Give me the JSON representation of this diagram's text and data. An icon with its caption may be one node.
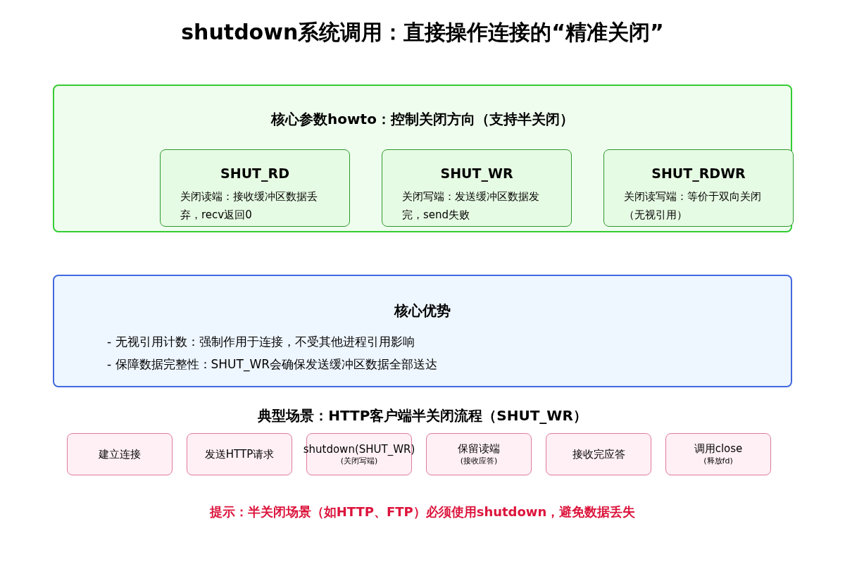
{
  "diagram": {
    "title": "shutdown系统调用：直接操作连接的“精准关闭”",
    "nodes": [
      {
        "text": [
          "核心参数howto：控制关闭方向（支持半关闭）"
        ]
      },
      {
        "text": [
          "SHUT_RD",
          "关闭读端：接收缓冲区数据丢弃，recv返回0"
        ],
        "in": 0
      },
      {
        "text": [
          "SHUT_WR",
          "关闭写端：发送缓冲区数据发完，send失败"
        ],
        "in": 0
      },
      {
        "text": [
          "SHUT_RDWR",
          "关闭读写端：等价于双向关闭（无视引用）"
        ],
        "in": 0
      },
      {
        "text": [
          "核心优势",
          "- 无视引用计数：强制作用于连接，不受其他进程引用影响",
          "- 保障数据完整性：SHUT_WR会确保发送缓冲区数据全部送达"
        ]
      },
      {
        "text": [
          "建立连接"
        ]
      },
      {
        "text": [
          "发送HTTP请求"
        ]
      },
      {
        "text": [
          "shutdown(SHUT_WR)",
          "(关闭写端)"
        ]
      },
      {
        "text": [
          "保留读端",
          "(接收应答)"
        ]
      },
      {
        "text": [
          "接收完应答"
        ]
      },
      {
        "text": [
          "调用close",
          "(释放fd)"
        ]
      }
    ],
    "labels": [
      "典型场景：HTTP客户端半关闭流程（SHUT_WR）",
      "提示：半关闭场景（如HTTP、FTP）必须使用shutdown，避免数据丢失"
    ]
  }
}
